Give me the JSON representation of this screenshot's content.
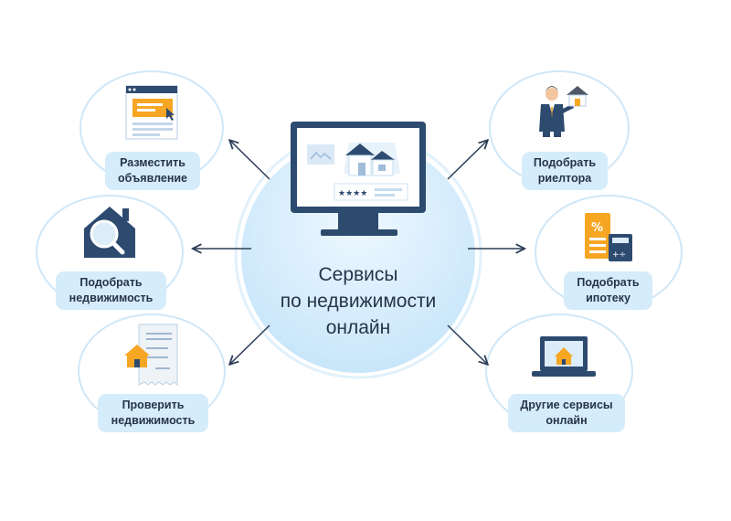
{
  "center": {
    "line1": "Сервисы",
    "line2": "по недвижимости",
    "line3": "онлайн"
  },
  "services": {
    "post_ad": {
      "line1": "Разместить",
      "line2": "объявление"
    },
    "find_property": {
      "line1": "Подобрать",
      "line2": "недвижимость"
    },
    "check_property": {
      "line1": "Проверить",
      "line2": "недвижимость"
    },
    "find_realtor": {
      "line1": "Подобрать",
      "line2": "риелтора"
    },
    "find_mortgage": {
      "line1": "Подобрать",
      "line2": "ипотеку"
    },
    "other_services": {
      "line1": "Другие сервисы",
      "line2": "онлайн"
    }
  },
  "icons": {
    "center": "monitor-house-icon",
    "post_ad": "web-ad-icon",
    "find_property": "house-search-icon",
    "check_property": "house-document-icon",
    "find_realtor": "realtor-house-icon",
    "find_mortgage": "calculator-percent-icon",
    "other_services": "laptop-house-icon"
  },
  "colors": {
    "accent_orange": "#f6a623",
    "navy": "#2d4a6f",
    "label_bg": "#d5ecfb",
    "circle_outline": "#cfe7f7",
    "center_circle": "#d6eefc"
  }
}
